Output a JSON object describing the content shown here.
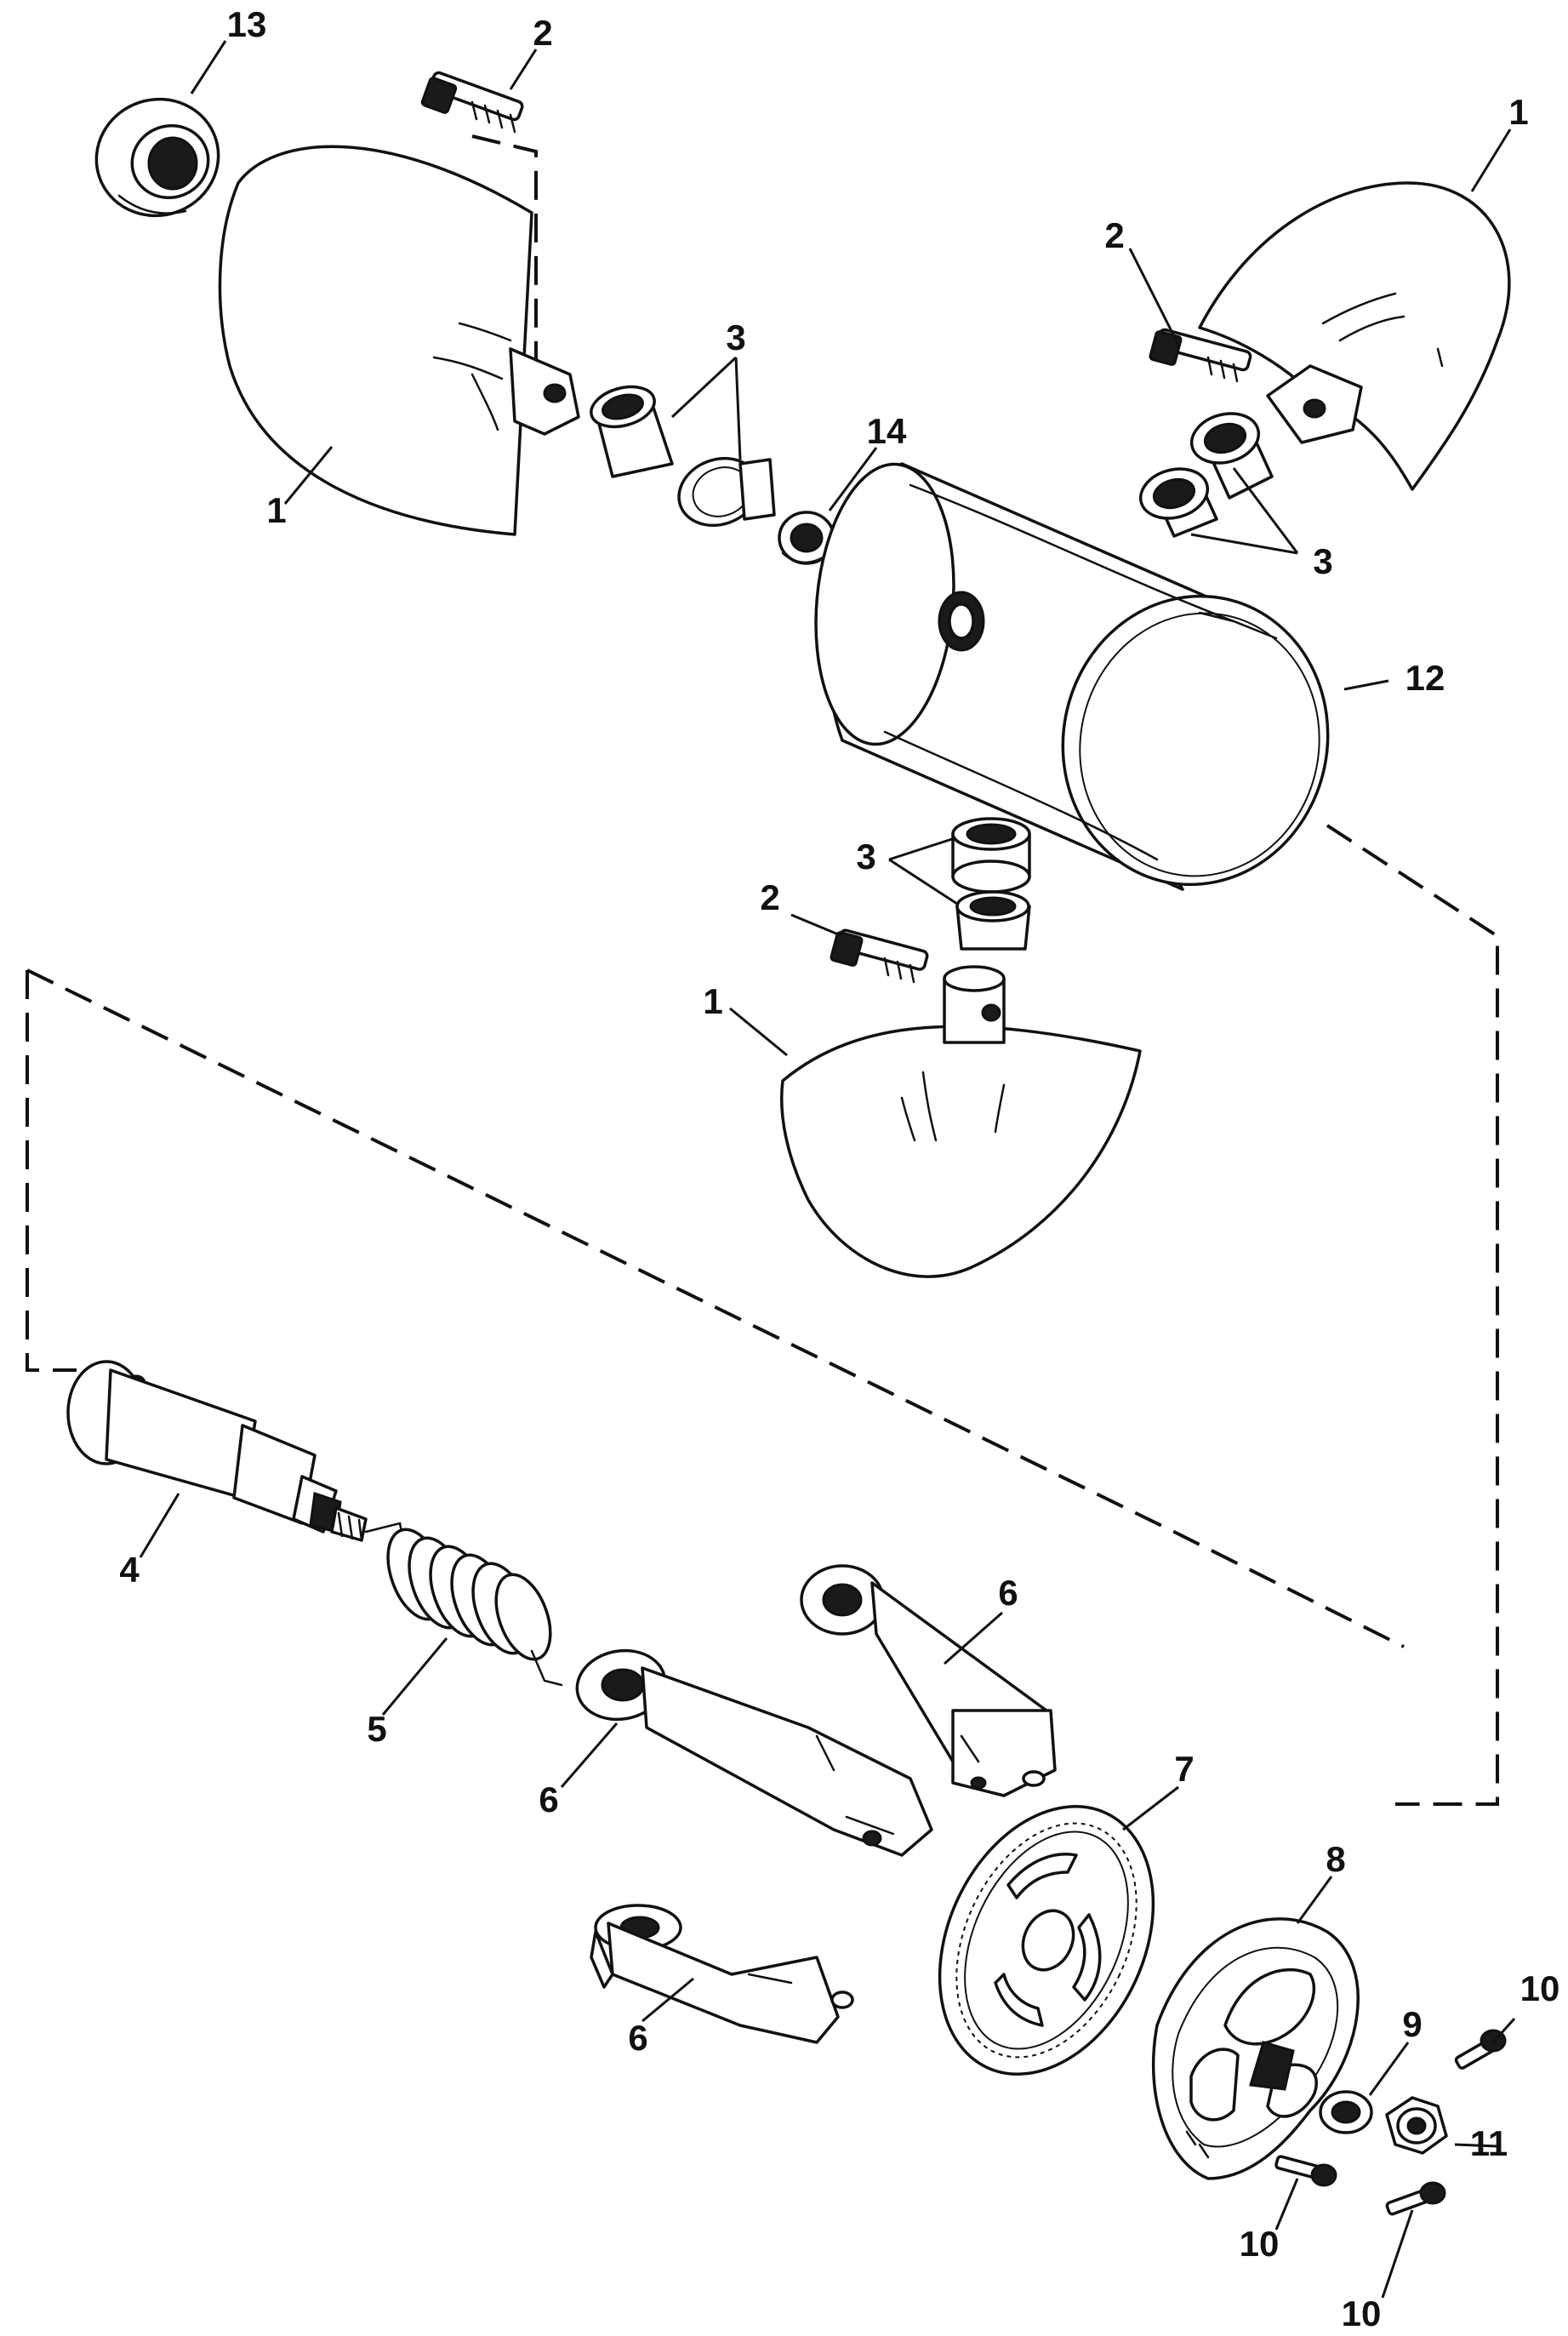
{
  "callouts": {
    "c13": "13",
    "c2_top": "2",
    "c1_top_left": "1",
    "c3_top_left": "3",
    "c14": "14",
    "c1_top_right": "1",
    "c2_right": "2",
    "c3_right": "3",
    "c12": "12",
    "c3_mid": "3",
    "c2_mid": "2",
    "c1_bottom": "1",
    "c4": "4",
    "c5": "5",
    "c6_top": "6",
    "c6_mid": "6",
    "c6_bottom": "6",
    "c7": "7",
    "c8": "8",
    "c9": "9",
    "c10_top": "10",
    "c10_mid": "10",
    "c10_bottom": "10",
    "c11": "11"
  }
}
